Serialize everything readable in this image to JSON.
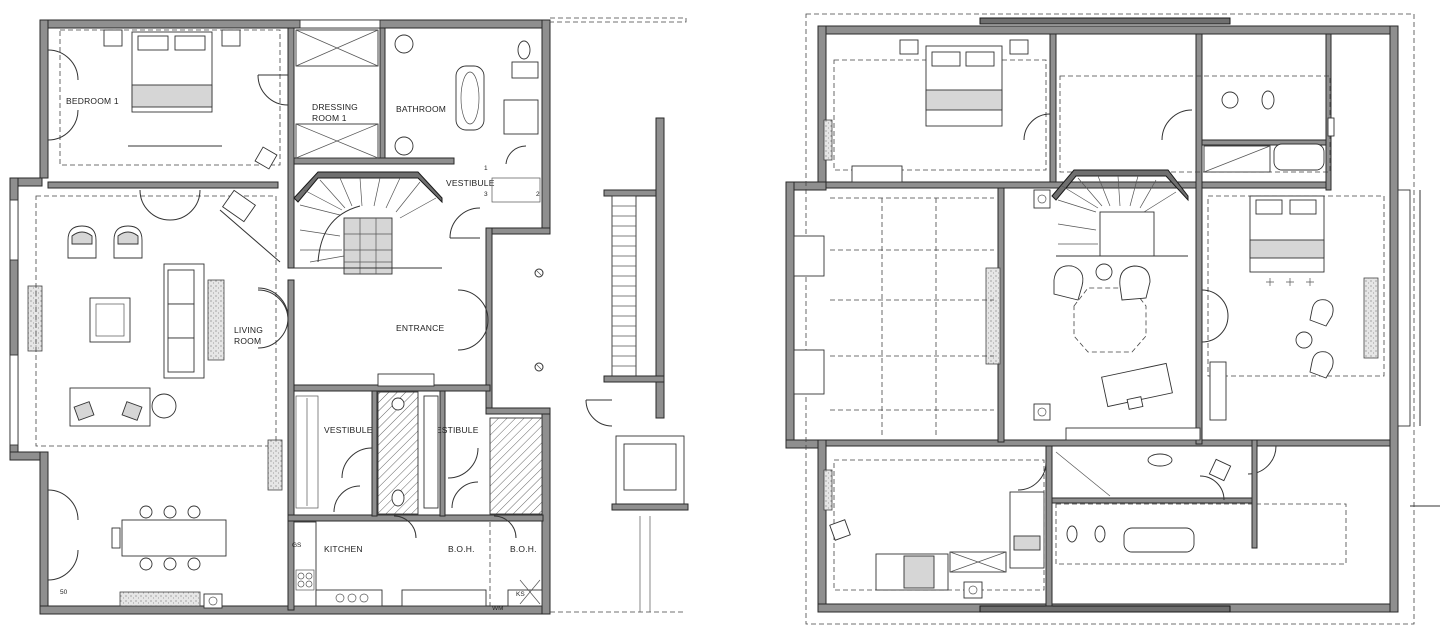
{
  "plan_left": {
    "rooms": {
      "bedroom": "BEDROOM 1",
      "dressing_line1": "DRESSING",
      "dressing_line2": "ROOM 1",
      "bathroom": "BATHROOM",
      "vestibule_top": "VESTIBULE",
      "living_line1": "LIVING",
      "living_line2": "ROOM",
      "entrance": "ENTRANCE",
      "vestibule_mid_left": "VESTIBULE",
      "vestibule_mid_right": "VESTIBULE",
      "kitchen": "KITCHEN",
      "boh_1": "B.O.H.",
      "boh_2": "B.O.H."
    },
    "marks": {
      "stair_1": "1",
      "stair_2": "2",
      "stair_3": "3",
      "gs": "GS",
      "wm": "WM",
      "ks": "KS",
      "dim_50": "50"
    }
  },
  "plan_right": {}
}
